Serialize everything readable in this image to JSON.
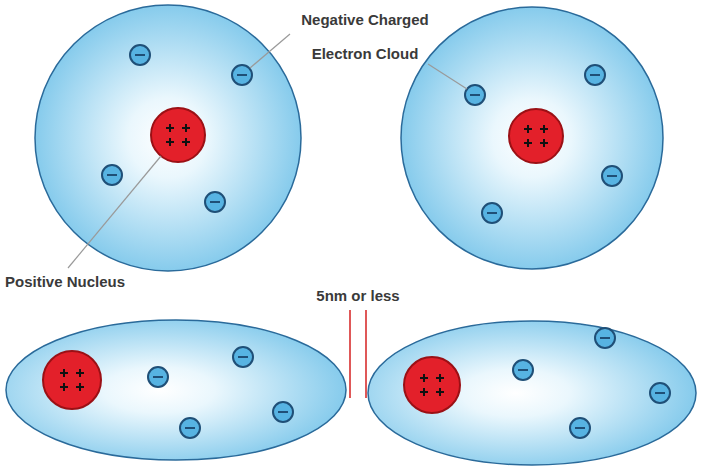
{
  "diagram": {
    "labels": [
      "Negative Charged Electron Cloud",
      "Positive Nucleus",
      "5nm or less"
    ]
  }
}
